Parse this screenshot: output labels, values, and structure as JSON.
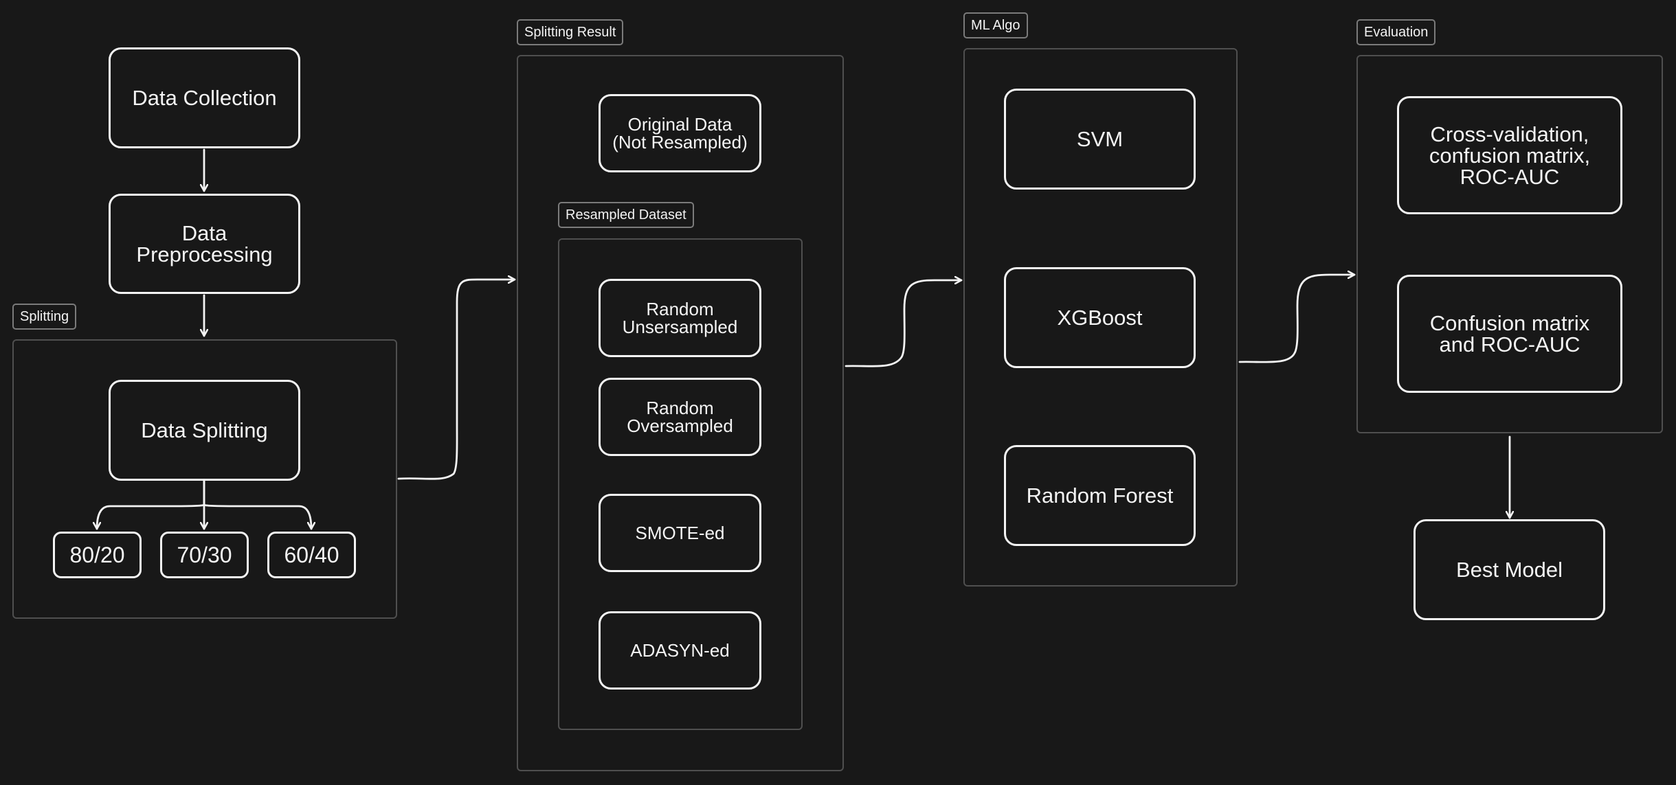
{
  "groups": {
    "splitting": "Splitting",
    "splitting_result": "Splitting Result",
    "resampled_dataset": "Resampled Dataset",
    "ml_algo": "ML Algo",
    "evaluation": "Evaluation"
  },
  "nodes": {
    "data_collection": "Data Collection",
    "data_preprocessing": "Data\nPreprocessing",
    "data_splitting": "Data Splitting",
    "split_80_20": "80/20",
    "split_70_30": "70/30",
    "split_60_40": "60/40",
    "original_data": "Original Data\n(Not Resampled)",
    "random_undersampled": "Random\nUnsersampled",
    "random_oversampled": "Random\nOversampled",
    "smote": "SMOTE-ed",
    "adasyn": "ADASYN-ed",
    "svm": "SVM",
    "xgboost": "XGBoost",
    "random_forest": "Random Forest",
    "cross_validation": "Cross-validation,\nconfusion matrix,\nROC-AUC",
    "confusion_roc": "Confusion matrix\nand ROC-AUC",
    "best_model": "Best Model"
  },
  "colors": {
    "background": "#181818",
    "stroke": "#f4f4f4",
    "group_border": "#4f4f4f"
  }
}
